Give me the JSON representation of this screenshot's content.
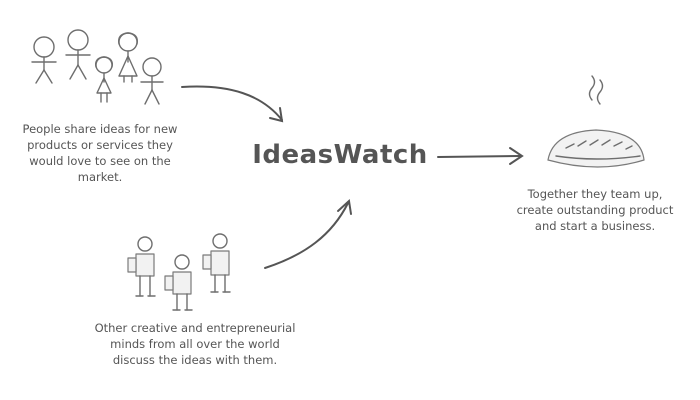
{
  "brand": {
    "name": "IdeasWatch"
  },
  "steps": {
    "share_ideas": "People share ideas for new products or services they would love to see on the market.",
    "discuss": "Other creative and entrepreneurial minds from all over the world discuss the ideas with them.",
    "team_up": "Together they team up, create outstanding product and start a business."
  },
  "colors": {
    "ink": "#6e6e6e",
    "text": "#555555",
    "background": "#ffffff"
  },
  "icons": [
    "people-sketch-icon",
    "entrepreneurs-sketch-icon",
    "bread-loaf-icon",
    "steam-icon"
  ]
}
